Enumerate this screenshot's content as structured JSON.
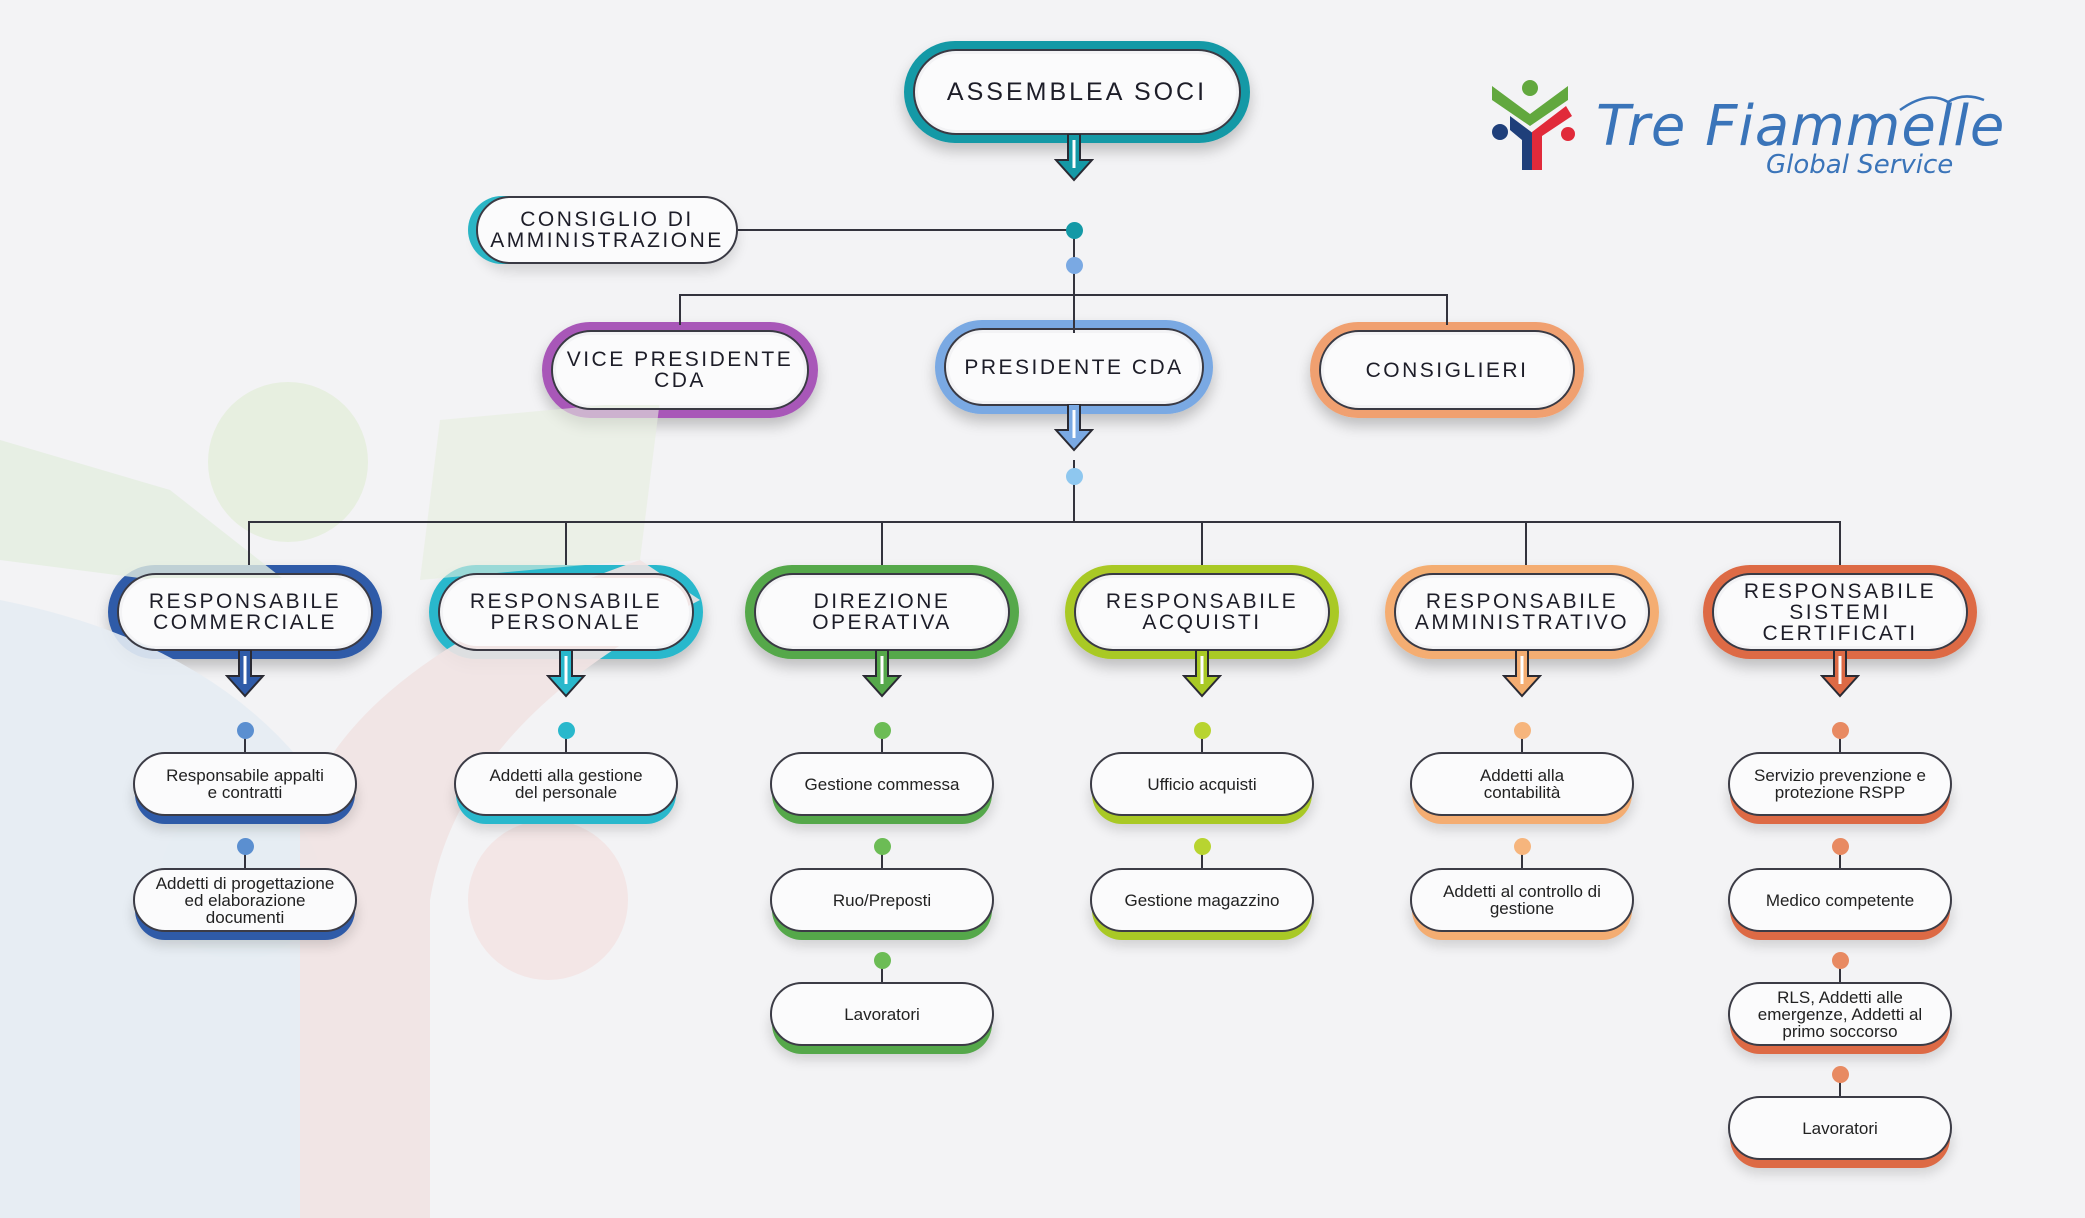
{
  "colors": {
    "teal": "#1499a6",
    "light_blue": "#7aa9e3",
    "purple": "#a857b8",
    "orange": "#f0a070",
    "dark_blue": "#2f5ba8",
    "cyan": "#29b8cc",
    "green": "#55a84a",
    "lime": "#a9c925",
    "light_orange": "#f4ad72",
    "red_orange": "#dd6a45",
    "logo_blue": "#3a74b9",
    "logo_red": "#e12a3a",
    "logo_green": "#62a83e",
    "logo_navy": "#1f3f7a"
  },
  "logo": {
    "name": "Tre Fiammelle",
    "tagline": "Global Service"
  },
  "top": {
    "assemblea": "ASSEMBLEA SOCI",
    "consiglio": "CONSIGLIO DI\nAMMINISTRAZIONE"
  },
  "level2": [
    {
      "label": "VICE PRESIDENTE\nCDA"
    },
    {
      "label": "PRESIDENTE CDA"
    },
    {
      "label": "CONSIGLIERI"
    }
  ],
  "departments": [
    {
      "label": "RESPONSABILE\nCOMMERCIALE",
      "children": [
        "Responsabile appalti\ne contratti",
        "Addetti di progettazione\ned elaborazione\ndocumenti"
      ]
    },
    {
      "label": "RESPONSABILE\nPERSONALE",
      "children": [
        "Addetti alla gestione\ndel personale"
      ]
    },
    {
      "label": "DIREZIONE\nOPERATIVA",
      "children": [
        "Gestione commessa",
        "Ruo/Preposti",
        "Lavoratori"
      ]
    },
    {
      "label": "RESPONSABILE\nACQUISTI",
      "children": [
        "Ufficio acquisti",
        "Gestione magazzino"
      ]
    },
    {
      "label": "RESPONSABILE\nAMMINISTRATIVO",
      "children": [
        "Addetti alla\ncontabilità",
        "Addetti al controllo di\ngestione"
      ]
    },
    {
      "label": "RESPONSABILE\nSISTEMI CERTIFICATI",
      "children": [
        "Servizio prevenzione e\nprotezione RSPP",
        "Medico competente",
        "RLS, Addetti alle\nemergenze, Addetti al\nprimo soccorso",
        "Lavoratori"
      ]
    }
  ]
}
